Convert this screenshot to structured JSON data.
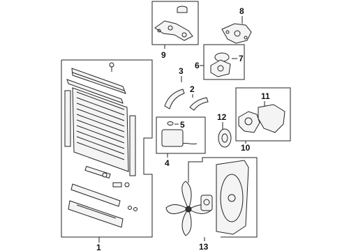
{
  "callouts": {
    "c1": "1",
    "c2": "2",
    "c3": "3",
    "c4": "4",
    "c5": "5",
    "c6": "6",
    "c7": "7",
    "c8": "8",
    "c9": "9",
    "c10": "10",
    "c11": "11",
    "c12": "12",
    "c13": "13"
  }
}
